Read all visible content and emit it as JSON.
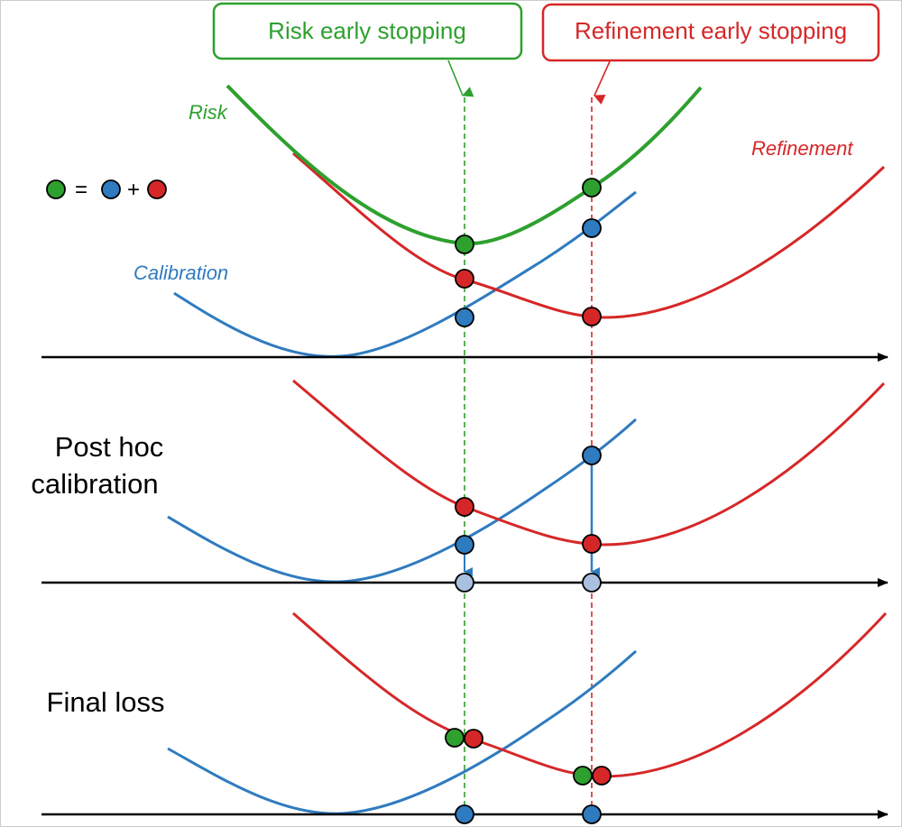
{
  "colors": {
    "risk": "#2ea02e",
    "refinement": "#d62728",
    "calibration": "#2f7bbf",
    "axis": "#000000",
    "calibrated_point": "#a9c1df"
  },
  "header": {
    "risk_stopping_label": "Risk early stopping",
    "refinement_stopping_label": "Refinement early stopping"
  },
  "curve_labels": {
    "risk": "Risk",
    "refinement": "Refinement",
    "calibration": "Calibration"
  },
  "legend": {
    "equals": "=",
    "plus": "+"
  },
  "panels": {
    "post_hoc_line1": "Post hoc",
    "post_hoc_line2": "calibration",
    "final_loss": "Final loss"
  }
}
